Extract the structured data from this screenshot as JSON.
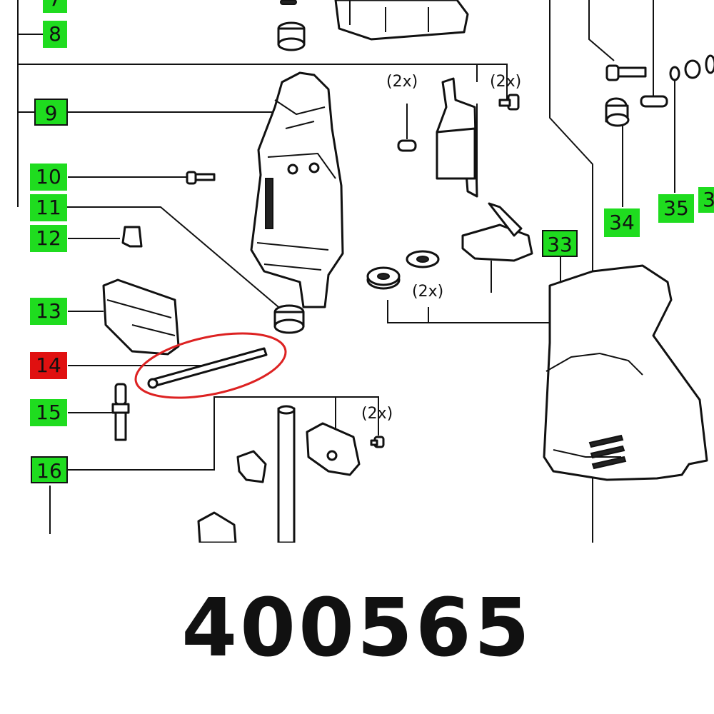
{
  "colors": {
    "label_green": "#1fdc1f",
    "label_red": "#e01010",
    "highlight": "#dd2222",
    "ink": "#111111"
  },
  "callouts": [
    {
      "text": "7",
      "color": "green",
      "boxed": false
    },
    {
      "text": "8",
      "color": "green",
      "boxed": false
    },
    {
      "text": "9",
      "color": "green",
      "boxed": true
    },
    {
      "text": "10",
      "color": "green",
      "boxed": false
    },
    {
      "text": "11",
      "color": "green",
      "boxed": false
    },
    {
      "text": "12",
      "color": "green",
      "boxed": false
    },
    {
      "text": "13",
      "color": "green",
      "boxed": false
    },
    {
      "text": "14",
      "color": "red",
      "boxed": false
    },
    {
      "text": "15",
      "color": "green",
      "boxed": false
    },
    {
      "text": "16",
      "color": "green",
      "boxed": true
    },
    {
      "text": "33",
      "color": "green",
      "boxed": true
    },
    {
      "text": "34",
      "color": "green",
      "boxed": false
    },
    {
      "text": "35",
      "color": "green",
      "boxed": false
    },
    {
      "text": "3",
      "color": "green",
      "boxed": false
    }
  ],
  "quantity_notes": [
    "(2x)",
    "(2x)",
    "(2x)",
    "(2x)"
  ],
  "highlighted_part": "14",
  "part_number": "400565"
}
